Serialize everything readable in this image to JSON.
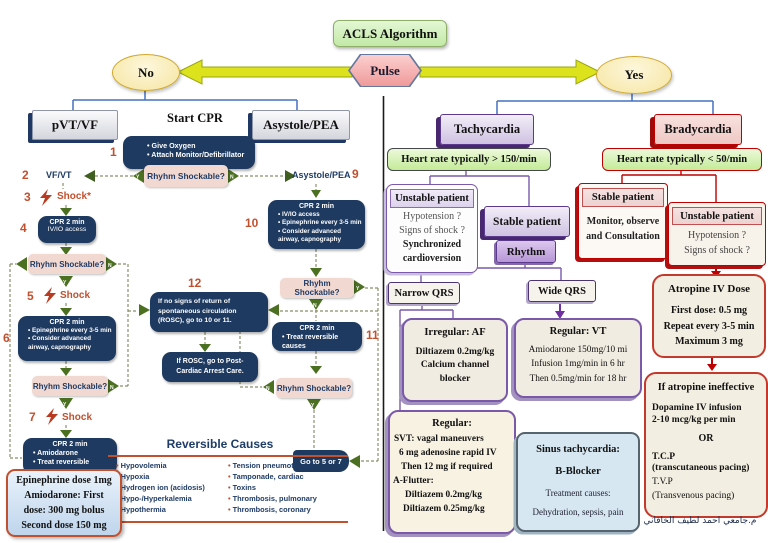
{
  "colors": {
    "navy": "#1e3a60",
    "red_accent": "#c1502e",
    "green_arrow": "#4c7022",
    "purple": "#5b3a8e",
    "red": "#c00000",
    "yellow_arrow": "#dce21c"
  },
  "header": {
    "title": "ACLS Algorithm",
    "pulse": "Pulse",
    "no": "No",
    "yes": "Yes"
  },
  "arrest": {
    "pvtvf": "pVT/VF",
    "asystole": "Asystole/PEA",
    "start_cpr": "Start CPR",
    "shockable_q": "Rhyhm Shockable?",
    "yn": {
      "y": "Y",
      "n": "N"
    },
    "step1": {
      "num": "1",
      "items": [
        "Give Oxygen",
        "Attach Monitor/Defibrillator"
      ]
    },
    "step2": {
      "num": "2",
      "label": "VF/VT"
    },
    "step3": {
      "num": "3",
      "label": "Shock*"
    },
    "step4": {
      "num": "4",
      "lines": [
        "CPR 2 min",
        "IV/IO access"
      ]
    },
    "step5": {
      "num": "5",
      "label": "Shock"
    },
    "step6": {
      "num": "6",
      "title": "CPR 2 min",
      "items": [
        "Epinephrine every 3-5 min",
        "Consider advanced airway, capnography"
      ]
    },
    "step7": {
      "num": "7",
      "label": "Shock"
    },
    "step8": {
      "title": "CPR 2 min",
      "items": [
        "Amiodarone",
        "Treat reversible causes"
      ]
    },
    "step9": {
      "num": "9",
      "label": "Asystole/PEA"
    },
    "step10": {
      "num": "10",
      "title": "CPR 2 min",
      "items": [
        "IV/IO access",
        "Epinephrine every 3-5 min",
        "Consider advanced airway, capnography"
      ]
    },
    "step11": {
      "num": "11",
      "title": "CPR 2 min",
      "items": [
        "Treat reversible causes"
      ]
    },
    "step12": {
      "num": "12",
      "text": "If no signs of return of spontaneous circulation (ROSC), go to 10 or 11."
    },
    "rosc": "If ROSC, go to Post-Cardiac Arrest Care.",
    "goto": "Go to 5 or 7",
    "drug_note": [
      "Epinephrine dose 1mg",
      "Amiodarone: First",
      "dose: 300 mg bolus",
      "Second dose 150 mg"
    ],
    "reversible": {
      "title": "Reversible Causes",
      "col1": [
        "Hypovolemia",
        "Hypoxia",
        "Hydrogen ion (acidosis)",
        "Hypo-/Hyperkalemia",
        "Hypothermia"
      ],
      "col2": [
        "Tension pneumothorax",
        "Tamponade, cardiac",
        "Toxins",
        "Thrombosis, pulmonary",
        "Thrombosis, coronary"
      ]
    }
  },
  "tachy": {
    "title": "Tachycardia",
    "hr": "Heart rate typically > 150/min",
    "unstable": {
      "title": "Unstable patient",
      "lines": [
        "Hypotension ?",
        "Signs of shock ?",
        "Synchronized",
        "cardioversion"
      ]
    },
    "stable": "Stable patient",
    "rhythm": "Rhythm",
    "narrow": "Narrow QRS",
    "wide": "Wide QRS",
    "af": {
      "title": "Irregular: AF",
      "lines": [
        "Diltiazem 0.2mg/kg",
        "Calcium channel",
        "blocker"
      ]
    },
    "vt": {
      "title": "Regular: VT",
      "lines": [
        "Amiodarone 150mg/10 mi",
        "Infusion 1mg/min in 6 hr",
        "Then 0.5mg/min for 18 hr"
      ]
    },
    "svt": {
      "title": "Regular:",
      "lines": [
        "SVT: vagal maneuvers",
        "6 mg adenosine rapid IV",
        "Then 12 mg if required",
        "A-Flutter:",
        "Diltiazem 0.2mg/kg",
        "Diltiazem 0.25mg/kg"
      ]
    },
    "sinus": {
      "title": "Sinus tachycardia:",
      "drug": "B-Blocker",
      "lines": [
        "Treatment causes:",
        "Dehydration, sepsis, pain"
      ]
    }
  },
  "brady": {
    "title": "Bradycardia",
    "hr": "Heart rate typically < 50/min",
    "stable": {
      "title": "Stable patient",
      "lines": [
        "Monitor, observe",
        "and Consultation"
      ]
    },
    "unstable": {
      "title": "Unstable patient",
      "lines": [
        "Hypotension ?",
        "Signs of shock ?"
      ]
    },
    "atropine": {
      "title": "Atropine IV Dose",
      "lines": [
        "First dose: 0.5 mg",
        "Repeat every 3-5 min",
        "Maximum 3 mg"
      ]
    },
    "ineffective": {
      "title": "If atropine ineffective",
      "lines": [
        "Dopamine IV infusion",
        "2-10 mcg/kg per min",
        "OR",
        "T.C.P",
        "(transcutaneous pacing)",
        "T.V.P",
        "(Transvenous pacing)"
      ]
    }
  },
  "signature": "م.جامعي احمد لطيف الخاقاني"
}
